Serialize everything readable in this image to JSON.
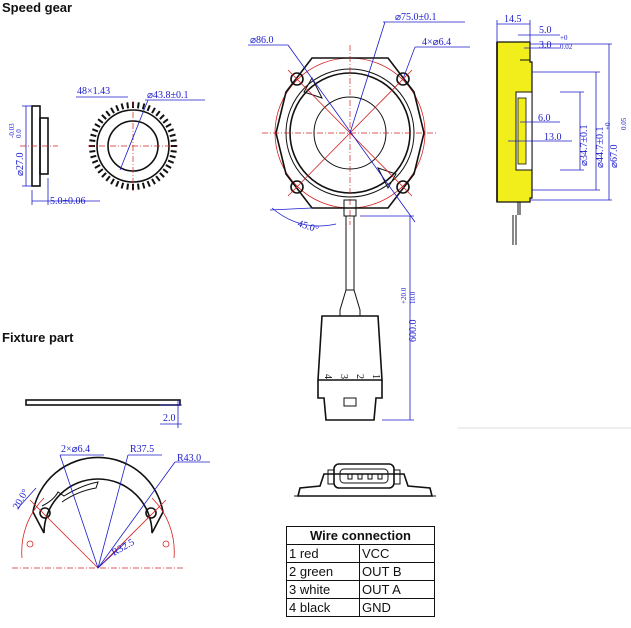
{
  "sections": {
    "speed_gear": "Speed gear",
    "fixture_part": "Fixture part"
  },
  "gear_view": {
    "dim_teeth": "48×1.43",
    "dim_bore": "⌀43.8±0.1",
    "dim_width": "5.0±0.06",
    "dim_outer_dia": "⌀27.0",
    "dim_outer_tol_upper": "-0.03",
    "dim_outer_tol_lower": "0.0"
  },
  "sensor_front": {
    "dim_bolt_circle": "⌀75.0±0.1",
    "dim_outer": "⌀86.0",
    "dim_holes": "4×⌀6.4",
    "dim_angle": "45.0°",
    "dim_cable_length": "600.0",
    "dim_cable_tol_upper": "+20.0",
    "dim_cable_tol_lower": "10.0",
    "connector_pins": [
      "1",
      "2",
      "3",
      "4"
    ]
  },
  "sensor_side": {
    "dim_total": "14.5",
    "dim_flange": "5.0",
    "dim_step": "3.0",
    "dim_step_tol_upper": "+0",
    "dim_step_tol_lower": "0.02",
    "dim_inner_depth": "6.0",
    "dim_body_depth": "13.0",
    "dim_d1": "⌀34.7±0.1",
    "dim_d2": "⌀44.7±0.1",
    "dim_d3": "⌀67.0",
    "dim_d3_tol_upper": "+0",
    "dim_d3_tol_lower": "0.05"
  },
  "fixture": {
    "dim_thickness": "2.0",
    "dim_holes": "2×⌀6.4",
    "dim_r_mid": "R37.5",
    "dim_r_outer": "R43.0",
    "dim_r_inner": "R32.5",
    "dim_angle": "20.0°"
  },
  "wire_table": {
    "title": "Wire connection",
    "rows": [
      {
        "wire": "1 red",
        "signal": "VCC"
      },
      {
        "wire": "2 green",
        "signal": "OUT B"
      },
      {
        "wire": "3 white",
        "signal": "OUT A"
      },
      {
        "wire": "4 black",
        "signal": "GND"
      }
    ]
  },
  "colors": {
    "dimension_blue": "#1a1acc",
    "centerline_red": "#d42020",
    "housing_yellow": "#f2ee1c",
    "outline_black": "#111111"
  }
}
